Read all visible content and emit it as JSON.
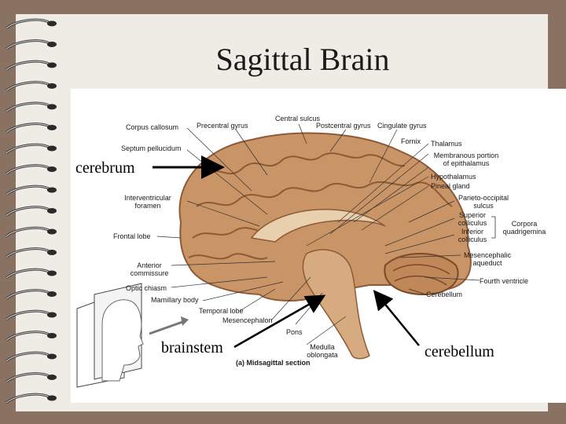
{
  "slide": {
    "title": "Sagittal Brain"
  },
  "callouts": {
    "cerebrum": "cerebrum",
    "brainstem": "brainstem",
    "cerebellum": "cerebellum"
  },
  "figure_labels": {
    "corpus_callosum": "Corpus callosum",
    "precentral_gyrus": "Precentral gyrus",
    "central_sulcus": "Central sulcus",
    "postcentral_gyrus": "Postcentral gyrus",
    "cingulate_gyrus": "Cingulate gyrus",
    "septum_pellucidum": "Septum pellucidum",
    "fornix": "Fornix",
    "thalamus": "Thalamus",
    "membranous_line1": "Membranous portion",
    "membranous_line2": "of epithalamus",
    "hypothalamus": "Hypothalamus",
    "pineal_gland": "Pineal gland",
    "interventricular_line1": "Interventricular",
    "interventricular_line2": "foramen",
    "parieto_line1": "Parieto-occipital",
    "parieto_line2": "sulcus",
    "superior_line1": "Superior",
    "superior_line2": "colliculus",
    "inferior_line1": "Inferior",
    "inferior_line2": "colliculus",
    "corpora_line1": "Corpora",
    "corpora_line2": "quadrigemina",
    "frontal_lobe": "Frontal lobe",
    "mesencephalic_line1": "Mesencephalic",
    "mesencephalic_line2": "aqueduct",
    "anterior_line1": "Anterior",
    "anterior_line2": "commissure",
    "fourth_ventricle": "Fourth ventricle",
    "optic_chiasm": "Optic chiasm",
    "cerebellum": "Cerebellum",
    "mamillary_body": "Mamillary body",
    "temporal_lobe": "Temporal lobe",
    "mesencephalon": "Mesencephalon",
    "pons": "Pons",
    "medulla_line1": "Medulla",
    "medulla_line2": "oblongata",
    "caption": "(a) Midsagittal section"
  },
  "colors": {
    "background": "#8a7262",
    "paper": "#efece6",
    "brain": "#c99466",
    "brain_dark": "#8e5a36"
  },
  "icons": [
    "spiral-binding-icon",
    "head-outline-icon",
    "arrow-icon"
  ]
}
